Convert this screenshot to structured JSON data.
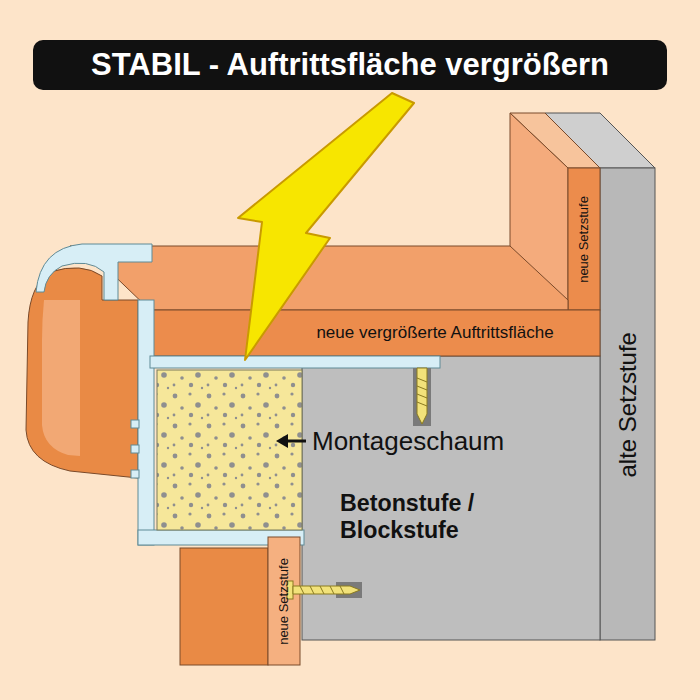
{
  "diagram": {
    "title": "STABIL - Auftrittsfläche vergrößern",
    "nodes": [
      {
        "text": [
          "neue Setzstufe"
        ]
      },
      {
        "text": [
          "alte Setzstufe"
        ]
      },
      {
        "text": [
          "neue vergrößerte Auftrittsfläche"
        ]
      },
      {
        "text": [
          "Betonstufe / Blockstufe"
        ]
      },
      {
        "text": [
          "neue Setzstufe"
        ]
      }
    ],
    "labels": [
      "Montageschaum"
    ]
  }
}
